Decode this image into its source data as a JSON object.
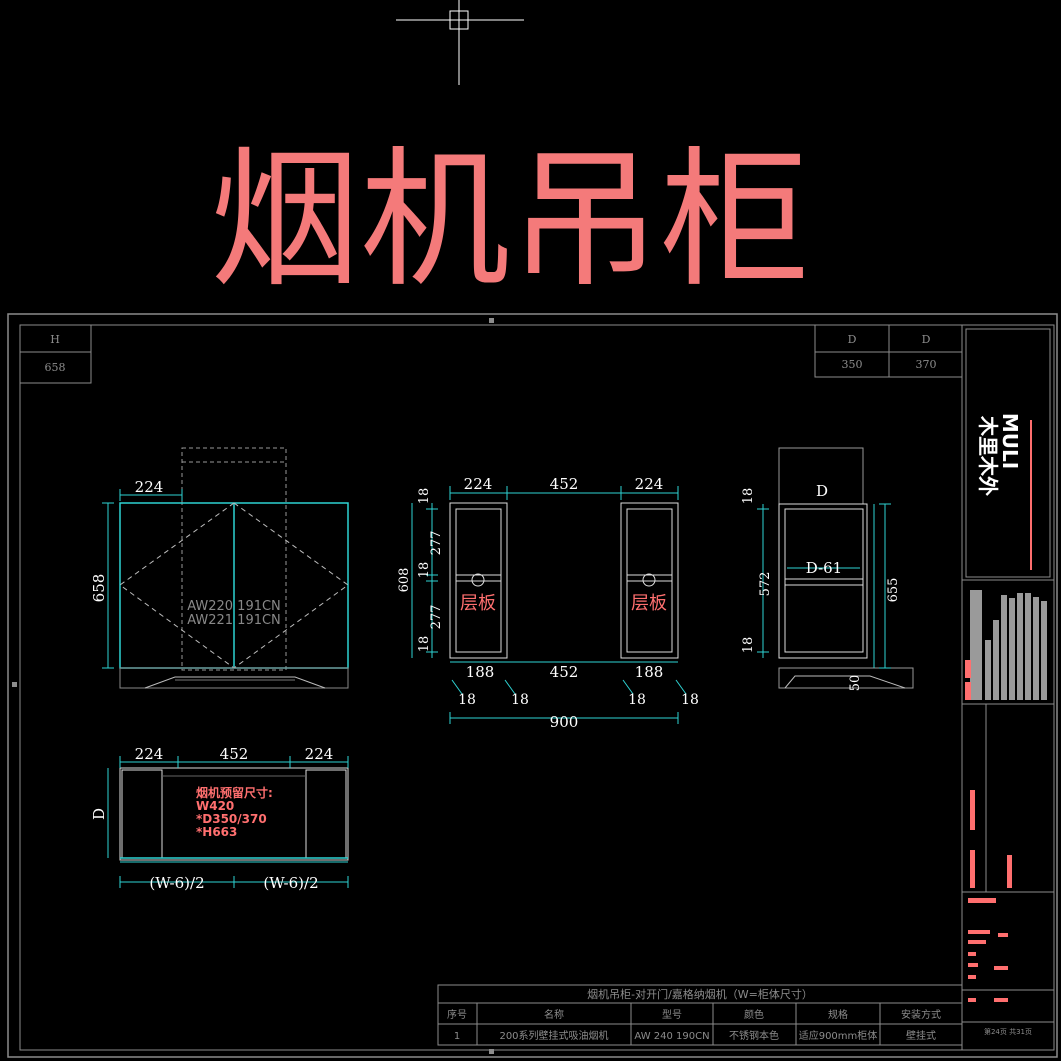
{
  "title": "烟机吊柜",
  "table_left": {
    "header": "H",
    "value": "658"
  },
  "table_right": {
    "headers": [
      "D",
      "D"
    ],
    "values": [
      "350",
      "370"
    ]
  },
  "front_view": {
    "top_dim": "224",
    "left_dim": "658",
    "model_line1": "AW220 191CN",
    "model_line2": "AW221 191CN"
  },
  "section_view": {
    "top_dims": [
      "224",
      "452",
      "224"
    ],
    "left_dims": [
      "18",
      "277",
      "18",
      "277",
      "18"
    ],
    "overall_left": "608",
    "shelf_label": "层板",
    "bottom_dims": [
      "188",
      "452",
      "188"
    ],
    "thickness_dims": [
      "18",
      "18",
      "18",
      "18"
    ],
    "total_width": "900"
  },
  "side_view": {
    "top_label": "D",
    "inner_label": "D-61",
    "left_dims": [
      "18",
      "572",
      "18"
    ],
    "right_dim": "655",
    "bottom_dim": "50"
  },
  "plan_view": {
    "top_dims": [
      "224",
      "452",
      "224"
    ],
    "left_dim": "D",
    "bottom_dims": [
      "(W-6)/2",
      "(W-6)/2"
    ],
    "note_lines": [
      "烟机预留尺寸:",
      "W420",
      "*D350/370",
      "*H663"
    ]
  },
  "brand": {
    "latin": "MULI",
    "chinese": "木里木外"
  },
  "bottom_table": {
    "caption": "烟机吊柜-对开门/嘉格纳烟机（W=柜体尺寸）",
    "headers": [
      "序号",
      "名称",
      "型号",
      "颜色",
      "规格",
      "安装方式"
    ],
    "row": [
      "1",
      "200系列壁挂式吸油烟机",
      "AW 240 190CN",
      "不锈钢本色",
      "适应900mm柜体",
      "壁挂式"
    ]
  },
  "page_number": "第24页 共31页",
  "colors": {
    "title": "#f47a7a",
    "cyan": "#2ed3d3",
    "frame": "#8c8c8c",
    "text": "#ffffff",
    "accent": "#ff6f6f"
  }
}
